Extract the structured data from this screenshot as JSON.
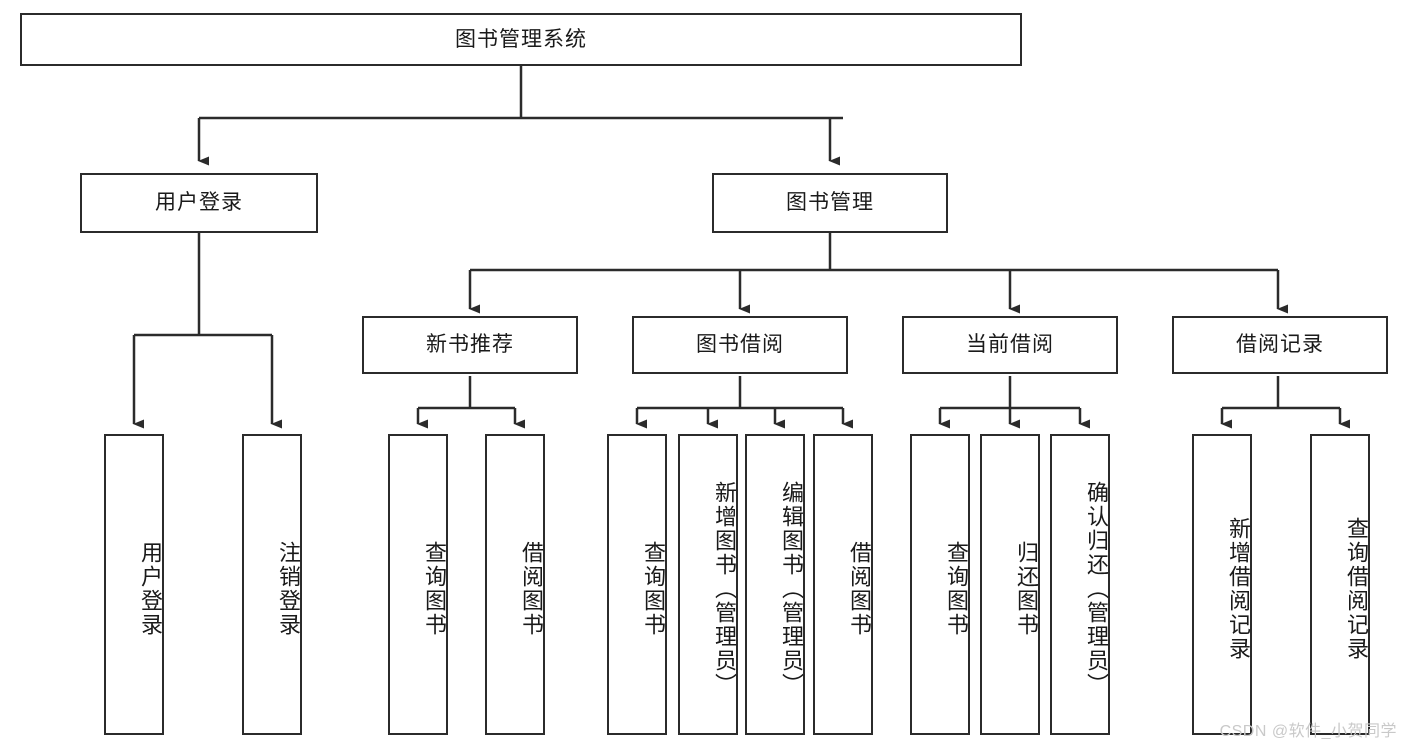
{
  "diagram": {
    "title": "图书管理系统",
    "type": "tree-hierarchy-chart",
    "colors": {
      "border": "#2b2b2b",
      "background": "#ffffff",
      "text": "#1a1a1a",
      "watermark": "#c9c9c9"
    },
    "root": {
      "label": "图书管理系统"
    },
    "level1": [
      {
        "label": "用户登录"
      },
      {
        "label": "图书管理"
      }
    ],
    "level2": [
      {
        "label": "新书推荐"
      },
      {
        "label": "图书借阅"
      },
      {
        "label": "当前借阅"
      },
      {
        "label": "借阅记录"
      }
    ],
    "leaves": {
      "user_login": [
        {
          "label": "用户登录"
        },
        {
          "label": "注销登录"
        }
      ],
      "new_book_recommend": [
        {
          "label": "查询图书"
        },
        {
          "label": "借阅图书"
        }
      ],
      "book_borrow": [
        {
          "label": "查询图书"
        },
        {
          "label": "新增图书（管理员）"
        },
        {
          "label": "编辑图书（管理员）"
        },
        {
          "label": "借阅图书"
        }
      ],
      "current_borrow": [
        {
          "label": "查询图书"
        },
        {
          "label": "归还图书"
        },
        {
          "label": "确认归还（管理员）"
        }
      ],
      "borrow_record": [
        {
          "label": "新增借阅记录"
        },
        {
          "label": "查询借阅记录"
        }
      ]
    }
  },
  "watermark": {
    "text": "CSDN @软件_小贺同学"
  }
}
